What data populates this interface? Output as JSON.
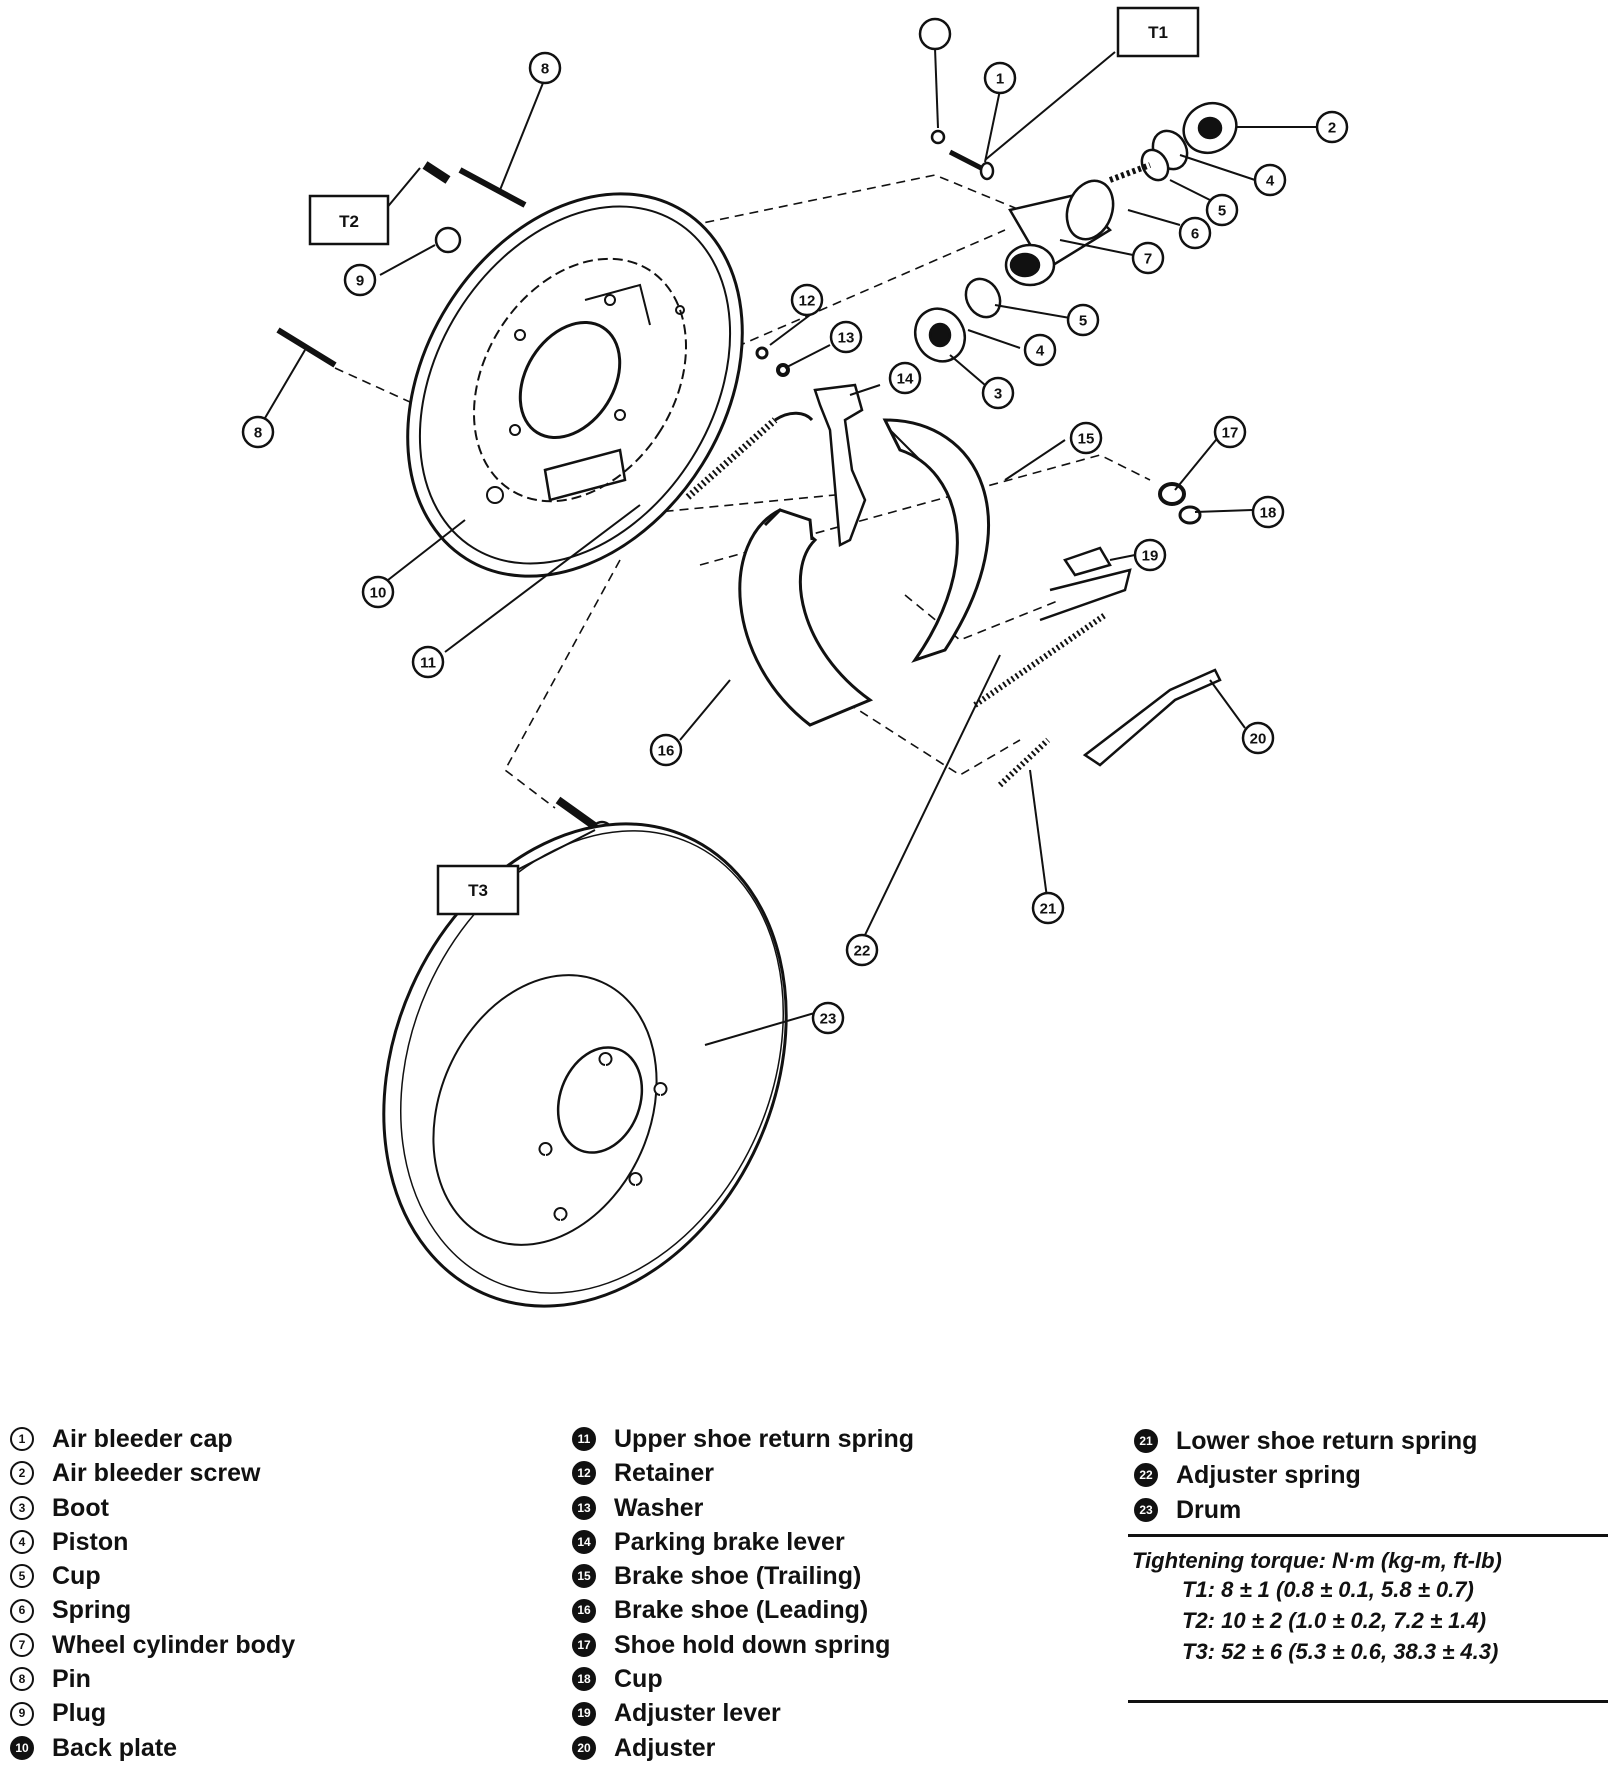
{
  "torque_boxes": [
    "T1",
    "T2",
    "T3"
  ],
  "callout_numbers": [
    "1",
    "2",
    "3",
    "4",
    "5",
    "6",
    "7",
    "8",
    "9",
    "10",
    "11",
    "12",
    "13",
    "14",
    "15",
    "16",
    "17",
    "18",
    "19",
    "20",
    "21",
    "22",
    "23"
  ],
  "legend": {
    "col1": [
      {
        "n": "1",
        "name": "Air bleeder cap"
      },
      {
        "n": "2",
        "name": "Air bleeder screw"
      },
      {
        "n": "3",
        "name": "Boot"
      },
      {
        "n": "4",
        "name": "Piston"
      },
      {
        "n": "5",
        "name": "Cup"
      },
      {
        "n": "6",
        "name": "Spring"
      },
      {
        "n": "7",
        "name": "Wheel cylinder body"
      },
      {
        "n": "8",
        "name": "Pin"
      },
      {
        "n": "9",
        "name": "Plug"
      },
      {
        "n": "10",
        "name": "Back plate"
      }
    ],
    "col2": [
      {
        "n": "11",
        "name": "Upper shoe return spring"
      },
      {
        "n": "12",
        "name": "Retainer"
      },
      {
        "n": "13",
        "name": "Washer"
      },
      {
        "n": "14",
        "name": "Parking brake lever"
      },
      {
        "n": "15",
        "name": "Brake shoe (Trailing)"
      },
      {
        "n": "16",
        "name": "Brake shoe (Leading)"
      },
      {
        "n": "17",
        "name": "Shoe hold down spring"
      },
      {
        "n": "18",
        "name": "Cup"
      },
      {
        "n": "19",
        "name": "Adjuster lever"
      },
      {
        "n": "20",
        "name": "Adjuster"
      }
    ],
    "col3": [
      {
        "n": "21",
        "name": "Lower shoe return spring"
      },
      {
        "n": "22",
        "name": "Adjuster spring"
      },
      {
        "n": "23",
        "name": "Drum"
      }
    ]
  },
  "torque": {
    "title": "Tightening torque: N·m (kg-m, ft-lb)",
    "t1": "T1: 8 ± 1 (0.8 ± 0.1, 5.8 ± 0.7)",
    "t2": "T2: 10 ± 2 (1.0 ± 0.2, 7.2 ± 1.4)",
    "t3": "T3: 52 ± 6 (5.3 ± 0.6, 38.3 ± 4.3)"
  }
}
